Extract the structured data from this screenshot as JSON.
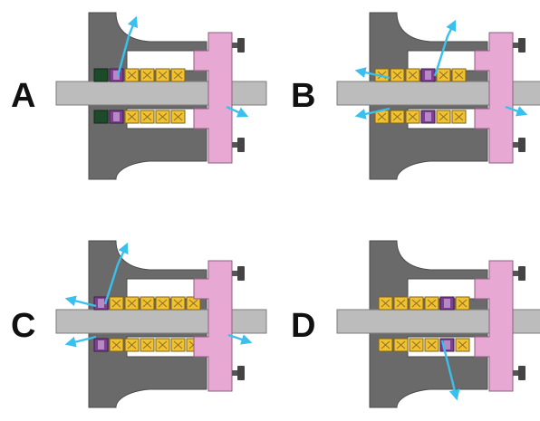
{
  "colors": {
    "housing": "#6a6a6a",
    "housing_edge": "#4a4a4a",
    "shaft": "#bcbcbc",
    "shaft_edge": "#7d7d7d",
    "packing": "#f2c22e",
    "packing_edge": "#7a6320",
    "packing_cross": "#8a7030",
    "lantern_ring": "#7f3e92",
    "lantern_ring_inner": "#b58ac4",
    "gland": "#e7a8d4",
    "gland_edge": "#8e5f80",
    "bottom_ring": "#1d4a2a",
    "bolt": "#555555",
    "flush": "#39c0ec"
  },
  "panels": [
    {
      "id": "A",
      "label": "A"
    },
    {
      "id": "B",
      "label": "B"
    },
    {
      "id": "C",
      "label": "C"
    },
    {
      "id": "D",
      "label": "D"
    }
  ]
}
